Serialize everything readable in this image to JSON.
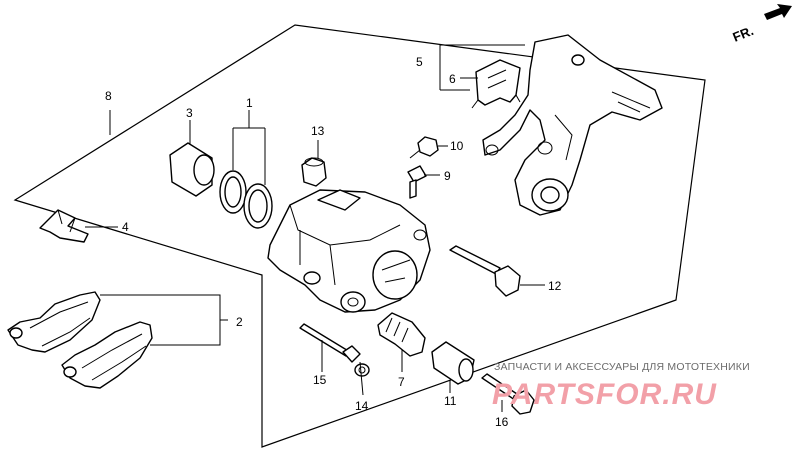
{
  "diagram": {
    "direction_label": "FR.",
    "parts": [
      {
        "number": "1"
      },
      {
        "number": "2"
      },
      {
        "number": "3"
      },
      {
        "number": "4"
      },
      {
        "number": "5"
      },
      {
        "number": "6"
      },
      {
        "number": "7"
      },
      {
        "number": "8"
      },
      {
        "number": "9"
      },
      {
        "number": "10"
      },
      {
        "number": "11"
      },
      {
        "number": "12"
      },
      {
        "number": "13"
      },
      {
        "number": "14"
      },
      {
        "number": "15"
      },
      {
        "number": "16"
      }
    ]
  },
  "watermark": {
    "caption": "ЗАПЧАСТИ И АКСЕССУАРЫ ДЛЯ МОТОТЕХНИКИ",
    "logo_text": "PARTSFOR.RU",
    "color": "#f2a0a8"
  }
}
